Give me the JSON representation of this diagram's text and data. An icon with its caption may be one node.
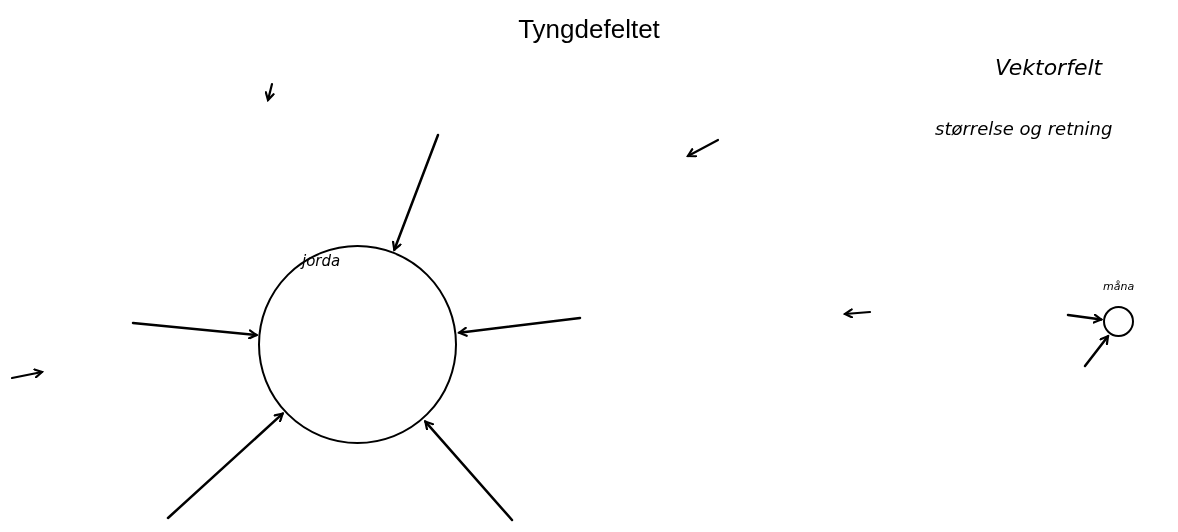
{
  "diagram": {
    "title": "Tyngdefeltet",
    "nodes": [
      {
        "text": [
          "jorda"
        ]
      },
      {
        "text": [],
        "shape": "circle",
        "beside": [
          "måna"
        ]
      }
    ],
    "edges": [
      {
        "from": null,
        "to": 0,
        "arrow": "to"
      },
      {
        "from": null,
        "to": 0,
        "arrow": "to"
      },
      {
        "from": null,
        "to": 0,
        "arrow": "to"
      },
      {
        "from": null,
        "to": 0,
        "arrow": "to"
      },
      {
        "from": null,
        "to": 0,
        "arrow": "to"
      },
      {
        "from": null,
        "to": 1,
        "arrow": "to"
      },
      {
        "from": null,
        "to": 1,
        "arrow": "to"
      }
    ],
    "labels": [
      "Vektorfelt",
      "størrelse og retning"
    ]
  }
}
